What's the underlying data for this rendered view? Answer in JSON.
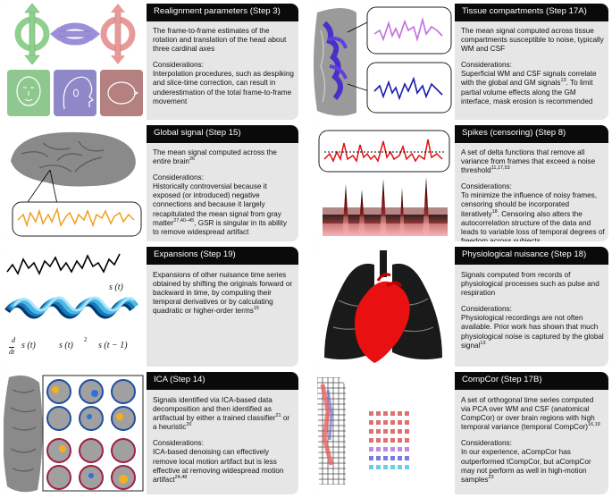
{
  "panels": [
    {
      "id": "realignment",
      "title": "Realignment parameters (Step 3)",
      "description": "The frame-to-frame estimates of the rotation and translation of the head about three cardinal axes",
      "considerations_heading": "Considerations:",
      "considerations": "Interpolation procedures, such as despiking and slice-time correction, can result in underestimation of the total frame-to-frame movement",
      "refs": ""
    },
    {
      "id": "tissue",
      "title": "Tissue compartments (Step 17A)",
      "description": "The mean signal computed across tissue compartments susceptible to noise, typically WM and CSF",
      "considerations_heading": "Considerations:",
      "considerations": "Superficial WM and CSF signals correlate with the global and GM signals",
      "considerations_ref": "13",
      "considerations_tail": ". To limit partial volume effects along the GM interface, mask erosion is recommended"
    },
    {
      "id": "global",
      "title": "Global signal (Step 15)",
      "description": "The mean signal computed across the entire brain",
      "description_ref": "26",
      "considerations_heading": "Considerations:",
      "considerations": "Historically controversial because it exposed (or introduced) negative connections and because it largely recapitulated the mean signal from gray matter",
      "considerations_ref": "27,40–45",
      "considerations_tail": ", GSR is singular in its ability to remove widespread artifact"
    },
    {
      "id": "spikes",
      "title": "Spikes (censoring) (Step 8)",
      "description": "A set of delta functions that remove all variance from frames that exceed a noise threshold",
      "description_ref": "11,17,53",
      "considerations_heading": "Considerations:",
      "considerations": "To minimize the influence of noisy frames, censoring should be incorporated iteratively",
      "considerations_ref": "18",
      "considerations_tail": ". Censoring also alters the autocorrelation structure of the data and leads to variable loss of temporal degrees of freedom across subjects"
    },
    {
      "id": "expansions",
      "title": "Expansions (Step 19)",
      "description": "Expansions of other nuisance time series obtained by shifting the originals forward or backward in time, by computing their temporal derivatives or by calculating quadratic or higher-order terms",
      "description_ref": "15",
      "math": {
        "s_t": "s (t)",
        "deriv_num": "d",
        "deriv_den": "dt",
        "deriv_s": "s (t)",
        "square_s": "s (t)",
        "square_exp": "2",
        "shift": "s (t − 1)"
      }
    },
    {
      "id": "physio",
      "title": "Physiological nuisance (Step 18)",
      "description": "Signals computed from records of physiological processes such as pulse and respiration",
      "considerations_heading": "Considerations:",
      "considerations": "Physiological recordings are not often available. Prior work has shown that much physiological noise is captured by the global signal",
      "considerations_ref": "13"
    },
    {
      "id": "ica",
      "title": "ICA (Step 14)",
      "description": "Signals identified via ICA-based data decomposition and then identified as artifactual by either a trained classifier",
      "description_ref": "21",
      "description_mid": " or a heuristic",
      "description_ref2": "20",
      "considerations_heading": "Considerations:",
      "considerations": "ICA-based denoising can effectively remove local motion artifact but is less effective at removing widespread motion artifact",
      "considerations_ref": "24,48"
    },
    {
      "id": "compcor",
      "title": "CompCor (Step 17B)",
      "description": "A set of orthogonal time series computed via PCA over WM and CSF (anatomical CompCor) or over brain regions with high temporal variance (temporal CompCor)",
      "description_ref": "16,19",
      "considerations_heading": "Considerations:",
      "considerations": "In our experience, aCompCor has outperformed tCompCor, but aCompCor may not perform as well in high-motion samples",
      "considerations_ref": "23"
    }
  ],
  "colors": {
    "panel_bg": "#e6e6e6",
    "title_bar": "#0a0a0a",
    "signal_orange": "#f0a020",
    "signal_purple": "#c070e0",
    "signal_blue": "#1a1ab0",
    "spike_red": "#e01010",
    "physio_red": "#e81010",
    "arrow_green": "#8fd08f",
    "arrow_purple": "#9a8fd8",
    "arrow_red": "#e89a9a",
    "ica_blue_ring": "#2050a0",
    "ica_red_ring": "#a02040"
  }
}
